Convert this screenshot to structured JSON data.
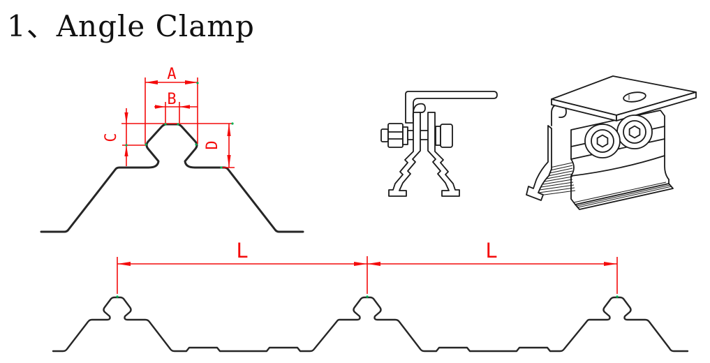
{
  "title": "1、Angle Clamp",
  "dimensions": {
    "a": "A",
    "b": "B",
    "c": "C",
    "d": "D",
    "pitch_left": "L",
    "pitch_right": "L"
  },
  "colors": {
    "dimension_red": "#f40b0b",
    "drawing_line": "#262626",
    "endpoint_green": "#00b050",
    "background": "#ffffff"
  }
}
